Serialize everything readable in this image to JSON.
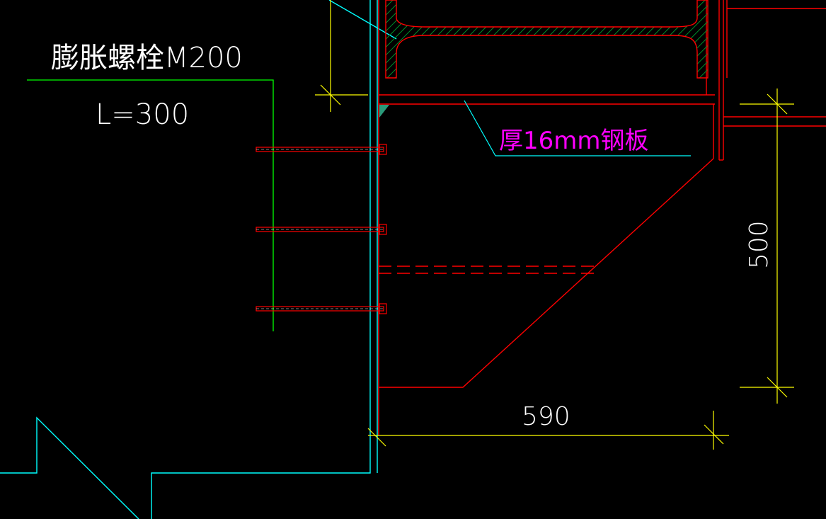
{
  "labels": {
    "bolt_title": "膨胀螺栓M200",
    "bolt_length": "L=300",
    "plate_note": "厚16mm钢板",
    "dim_horizontal": "590",
    "dim_vertical": "500"
  },
  "colors": {
    "background": "#000000",
    "steel": "#ff0000",
    "concrete_outline": "#00ffff",
    "leader_green": "#00ff00",
    "dimension": "#ffff00",
    "text_white": "#ffffff",
    "text_magenta": "#ff00ff",
    "hatch_green": "#008f2a"
  }
}
